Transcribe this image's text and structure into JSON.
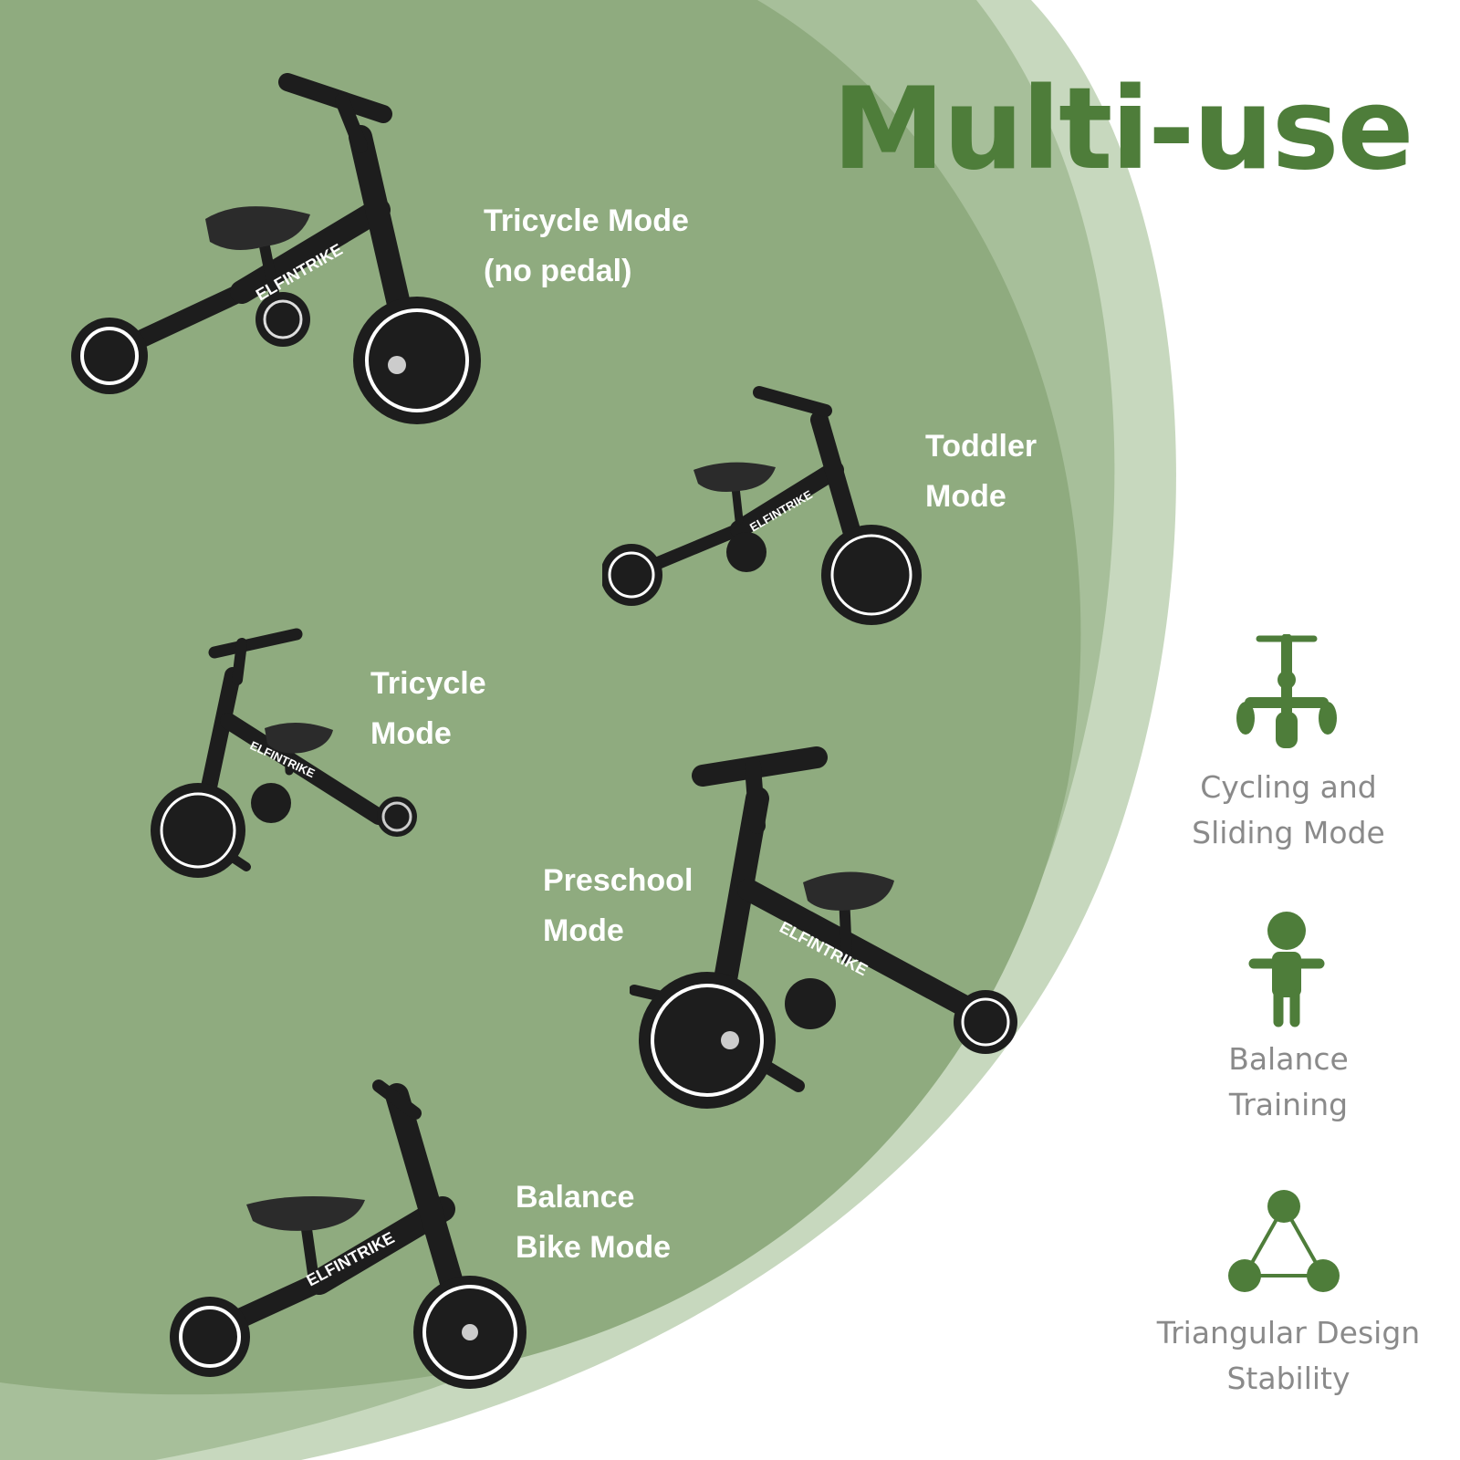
{
  "headline": "Multi-use",
  "brand_text": "ELFINTRIKE",
  "colors": {
    "green_dark": "#4e7d3a",
    "green_main": "#8fab7f",
    "green_mid": "#a7bf9a",
    "green_light": "#c7d8be",
    "label_white": "#ffffff",
    "feature_text": "#8a8a8a",
    "bike_black": "#1d1d1d"
  },
  "modes": [
    {
      "line1": "Tricycle Mode",
      "line2": "(no pedal)"
    },
    {
      "line1": "Toddler",
      "line2": "Mode"
    },
    {
      "line1": "Tricycle",
      "line2": "Mode"
    },
    {
      "line1": "Preschool",
      "line2": "Mode"
    },
    {
      "line1": "Balance",
      "line2": "Bike Mode"
    }
  ],
  "features": [
    {
      "icon": "tricycle-icon",
      "line1": "Cycling and",
      "line2": "Sliding Mode"
    },
    {
      "icon": "child-icon",
      "line1": "Balance",
      "line2": "Training"
    },
    {
      "icon": "triangle-nodes-icon",
      "line1": "Triangular Design",
      "line2": "Stability"
    }
  ]
}
